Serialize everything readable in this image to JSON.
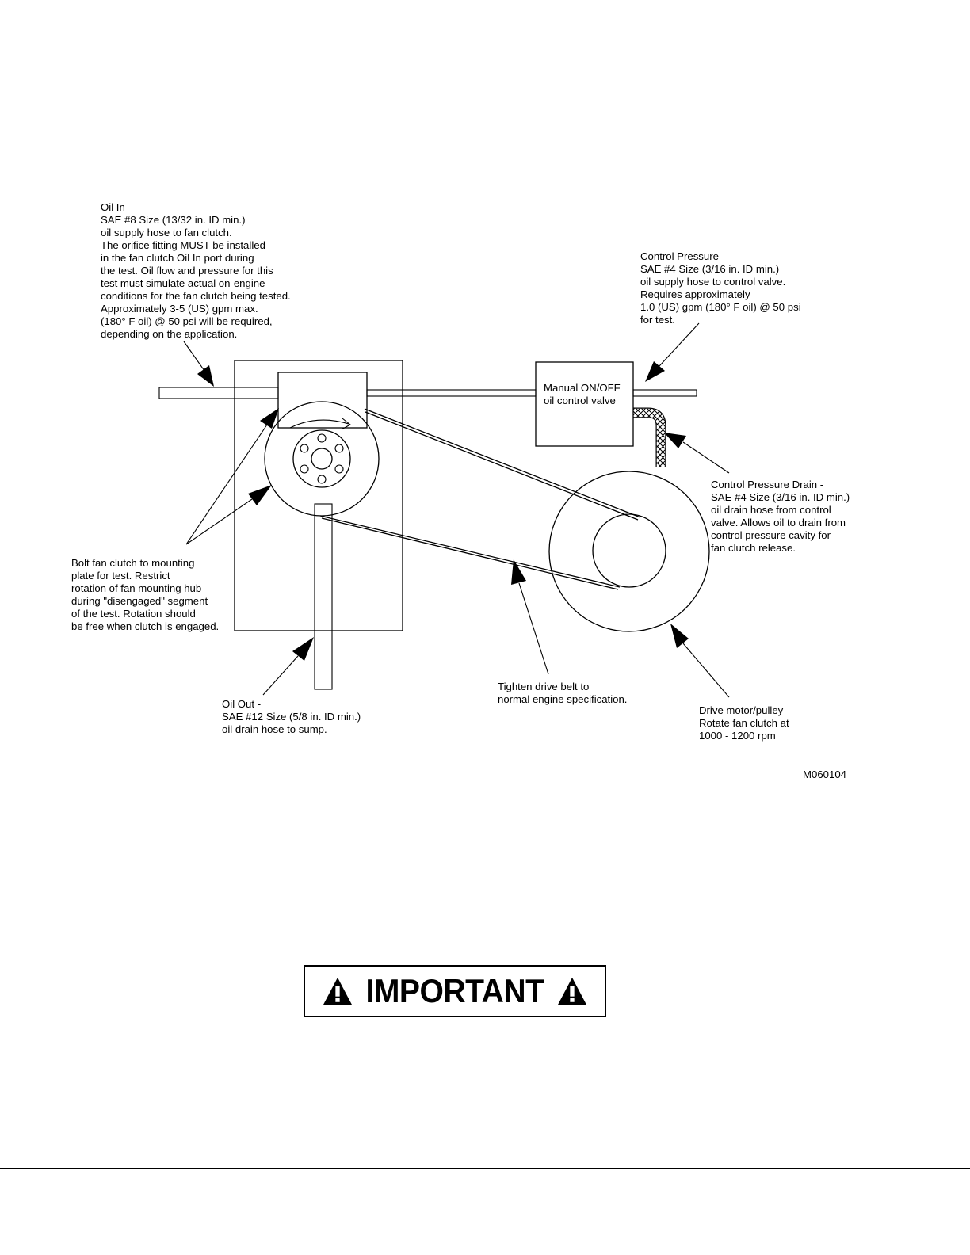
{
  "labels": {
    "oil_in": [
      "Oil In -",
      "SAE #8 Size (13/32 in. ID min.)",
      "oil supply hose to fan clutch.",
      "The orifice fitting MUST be installed",
      "in the fan clutch Oil In  port during",
      "the test. Oil flow and pressure for this",
      "test must simulate actual on-engine",
      "conditions for the fan clutch being tested.",
      "Approximately 3-5 (US) gpm max.",
      "(180° F oil) @ 50 psi will be required,",
      "depending on the application."
    ],
    "control_pressure": [
      "Control Pressure -",
      "SAE #4 Size (3/16 in. ID min.)",
      "oil supply hose to control valve.",
      "Requires approximately",
      "1.0 (US) gpm (180° F oil) @ 50 psi",
      "for test."
    ],
    "valve": [
      "Manual ON/OFF",
      "oil control valve"
    ],
    "control_pressure_drain": [
      "Control Pressure Drain -",
      "SAE #4 Size (3/16 in. ID min.)",
      "oil drain hose from control",
      "valve. Allows oil to drain from",
      "control pressure cavity for",
      "fan clutch release."
    ],
    "bolt_fan_clutch": [
      "Bolt fan clutch to mounting",
      "plate for test. Restrict",
      "rotation of fan mounting hub",
      "during \"disengaged\" segment",
      "of the test. Rotation should",
      "be free when clutch is engaged."
    ],
    "oil_out": [
      "Oil Out -",
      "SAE #12 Size (5/8 in. ID min.)",
      "oil drain hose to sump."
    ],
    "drive_belt": [
      "Tighten drive belt to",
      "normal engine specification."
    ],
    "drive_motor": [
      "Drive motor/pulley",
      "Rotate fan clutch at",
      "1000 - 1200 rpm"
    ],
    "figure_code": "M060104"
  },
  "important_label": "IMPORTANT",
  "icons": {
    "warning": "warning-triangle-icon",
    "rotation": "rotation-arrow-icon"
  }
}
